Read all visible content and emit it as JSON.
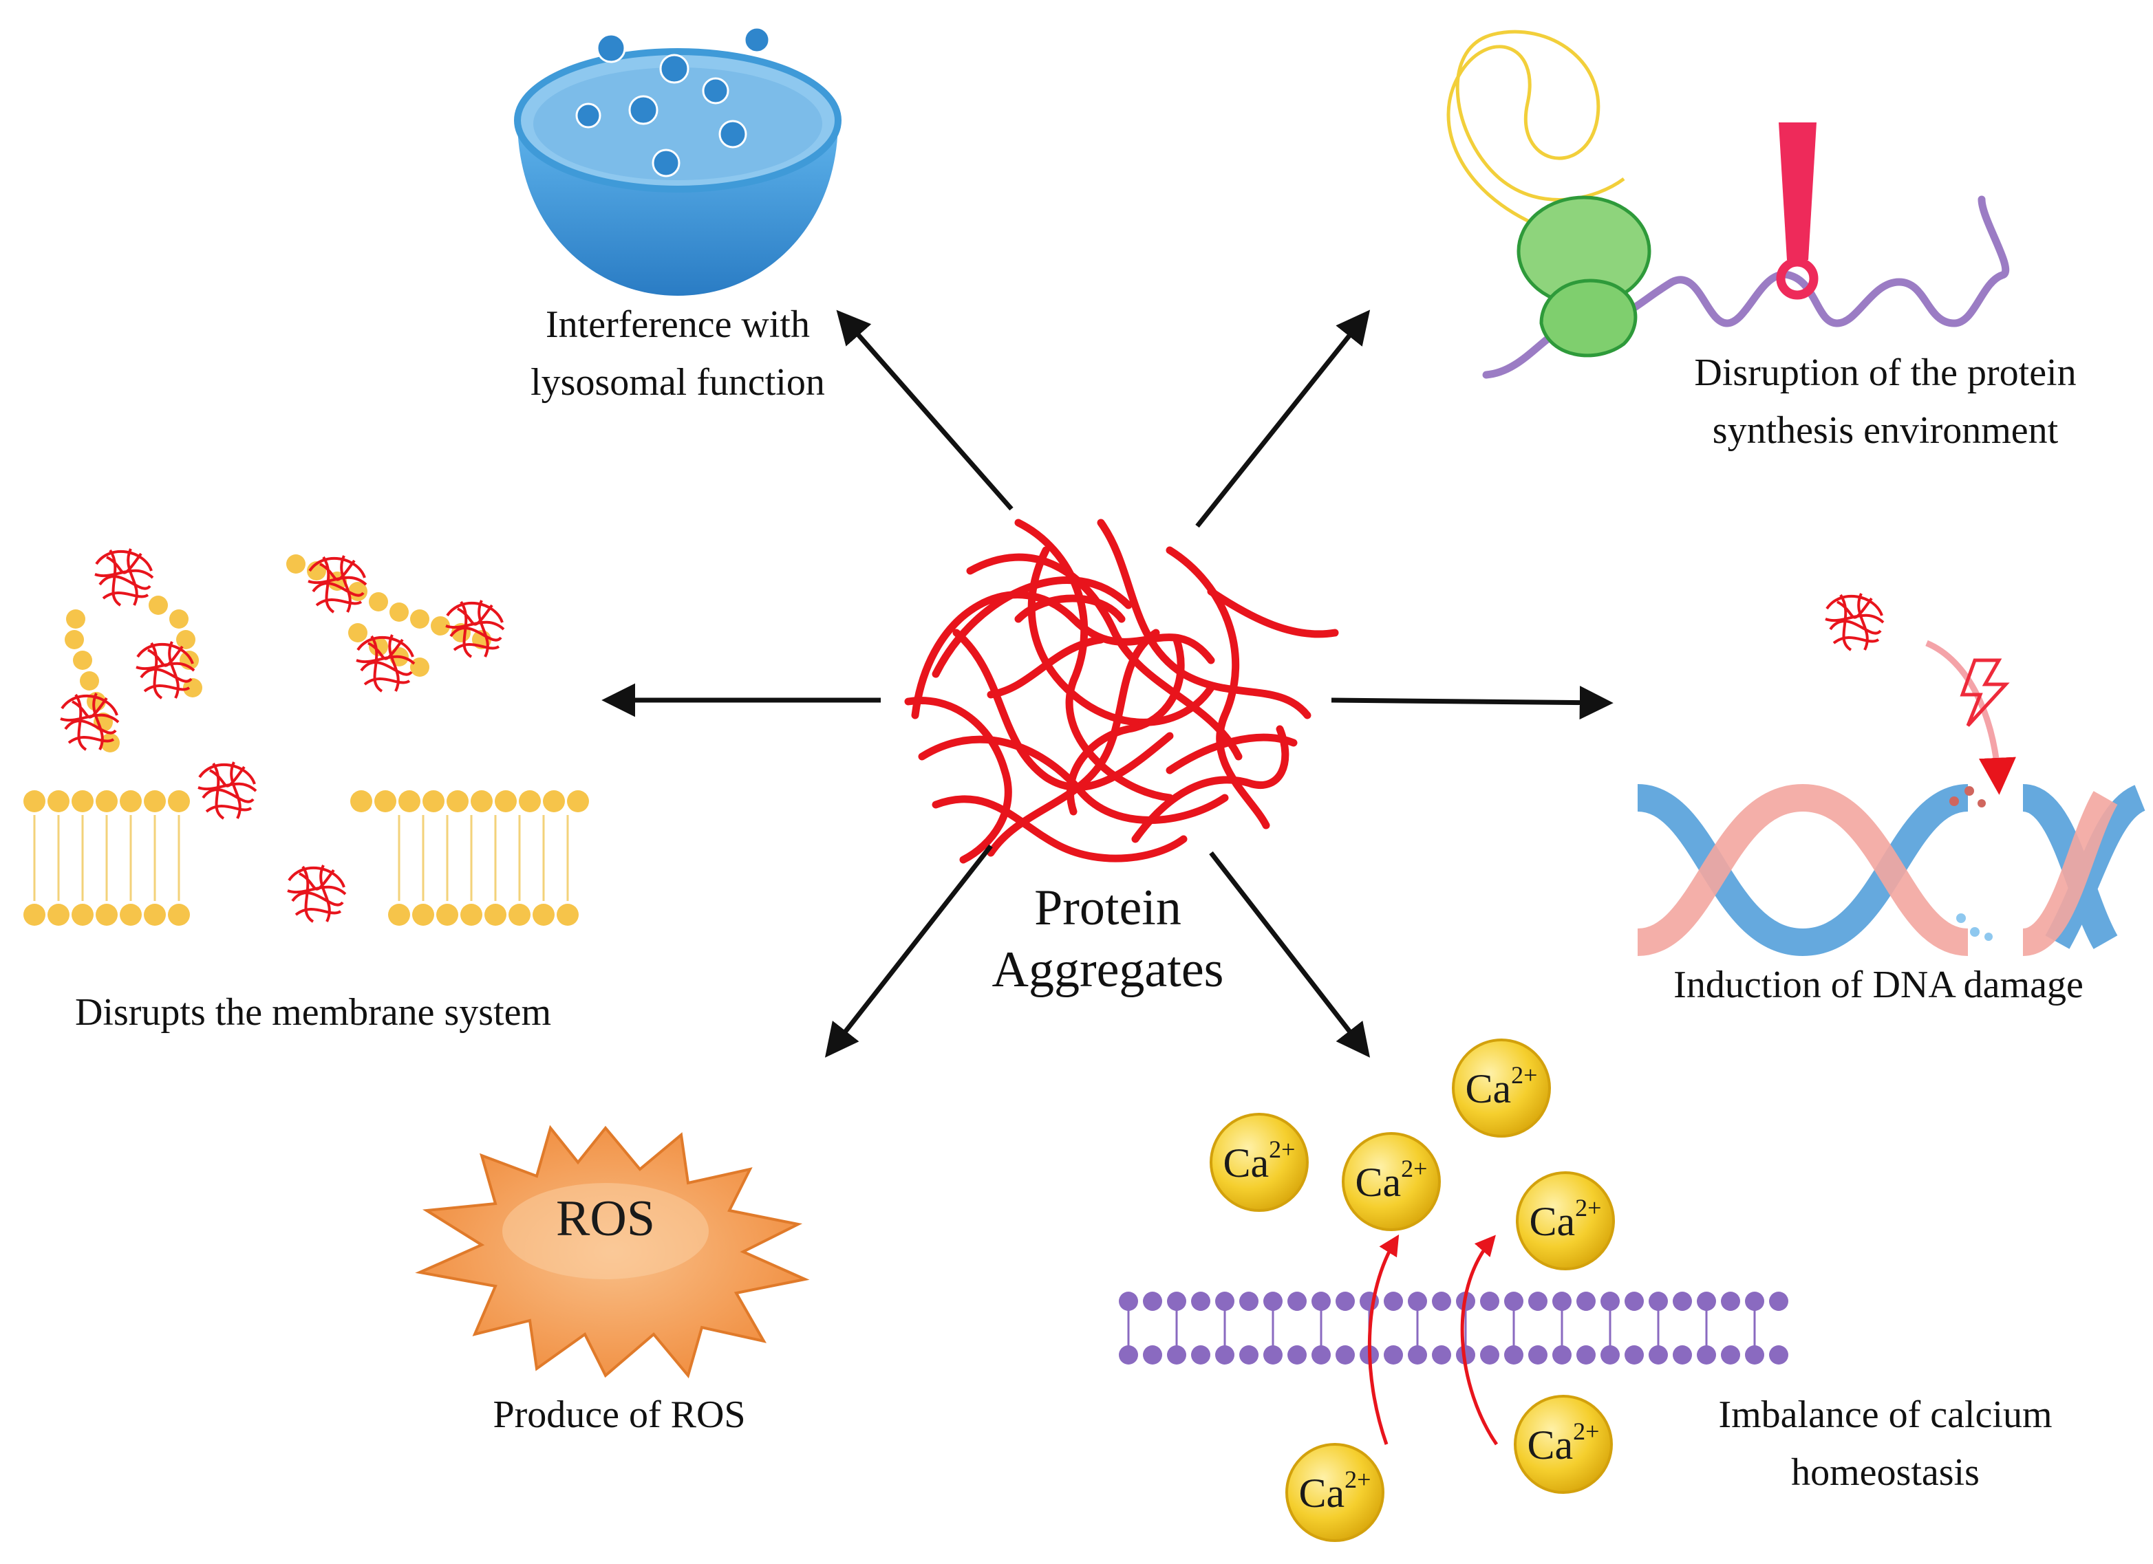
{
  "center": {
    "line1": "Protein",
    "line2": "Aggregates"
  },
  "effects": {
    "lysosome": {
      "line1": "Interference with",
      "line2": "lysosomal function",
      "icon": "lysosome-bowl-icon"
    },
    "synthesis": {
      "line1": "Disruption of the protein",
      "line2": "synthesis environment",
      "icon": "ribosome-warning-icon"
    },
    "membrane": {
      "label": "Disrupts the membrane system",
      "icon": "membrane-bilayer-icon"
    },
    "dna": {
      "label": "Induction of DNA damage",
      "icon": "dna-helix-icon"
    },
    "ros": {
      "label": "Produce of ROS",
      "badge": "ROS",
      "icon": "ros-star-icon"
    },
    "calcium": {
      "line1": "Imbalance of calcium",
      "line2": "homeostasis",
      "ion": "Ca",
      "charge": "2+",
      "icon": "calcium-ion-icon"
    }
  },
  "colors": {
    "aggregate": "#e8141c",
    "lipid_head": "#f6c44a",
    "lipid_head_purple": "#8a6ac0",
    "lysosome_blue": "#3f9ad8",
    "ros_orange": "#f59a4a",
    "ribosome_green": "#7fcf6e",
    "warning_pink": "#ee2a5a",
    "dna_blue": "#4a9ad8",
    "dna_pink": "#f3a6a0",
    "calcium_gold": "#f2c21a"
  }
}
